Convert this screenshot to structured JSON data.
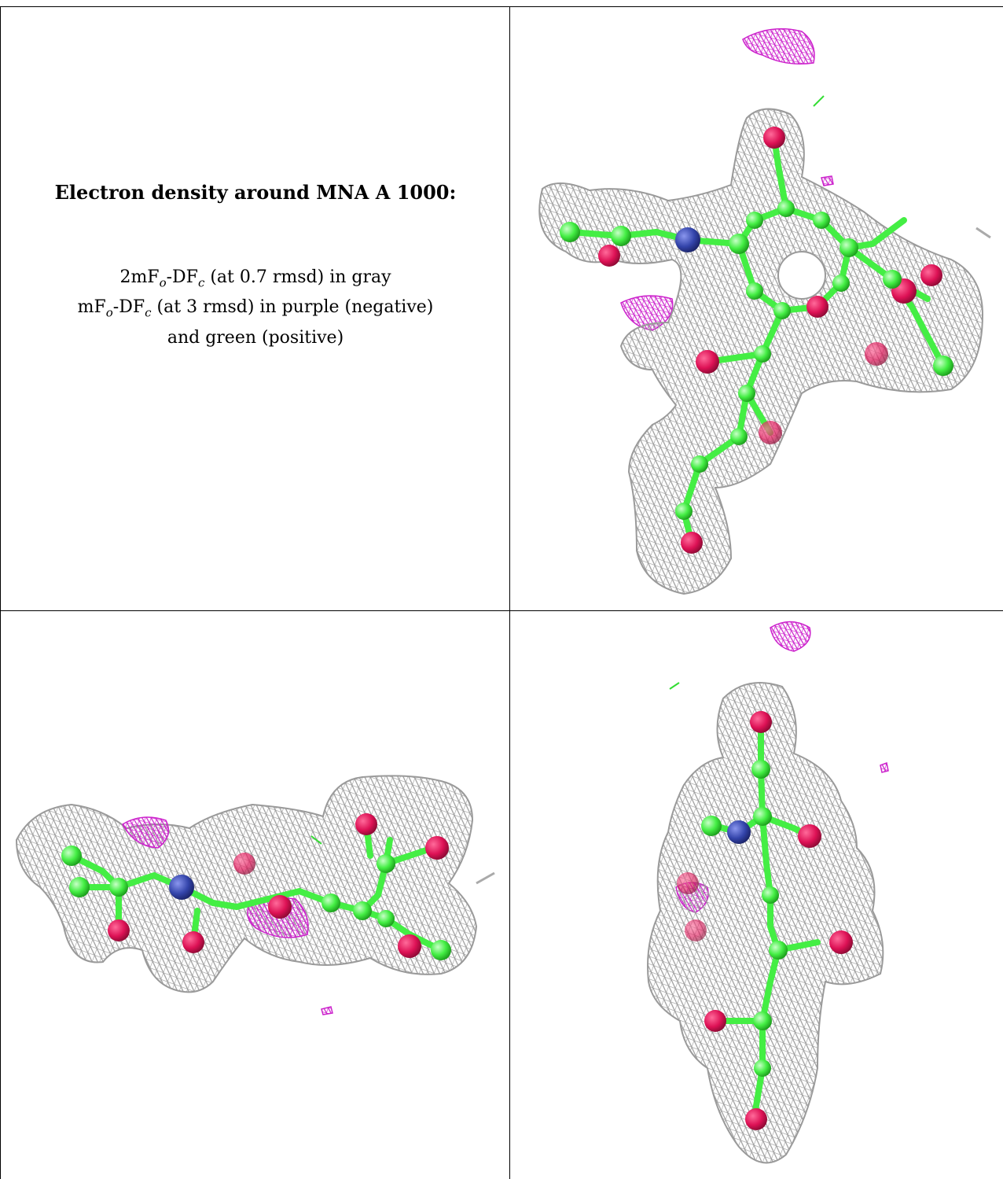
{
  "caption": {
    "title": "Electron density around MNA A 1000:",
    "line1_a": "2mF",
    "line1_sub1": "o",
    "line1_b": "-DF",
    "line1_sub2": "c",
    "line1_c": " (at 0.7 rmsd) in gray",
    "line2_a": "mF",
    "line2_sub1": "o",
    "line2_b": "-DF",
    "line2_sub2": "c",
    "line2_c": " (at 3 rmsd) in purple (negative)",
    "line3": "and green (positive)"
  },
  "colors": {
    "mesh_2fofc": "#a9a9a9",
    "mesh_negative": "#cc22cc",
    "mesh_positive": "#33dd33",
    "carbon": "#44ee44",
    "oxygen": "#dd1155",
    "nitrogen": "#3344aa"
  },
  "panels": [
    "view-top",
    "view-side",
    "view-end"
  ]
}
